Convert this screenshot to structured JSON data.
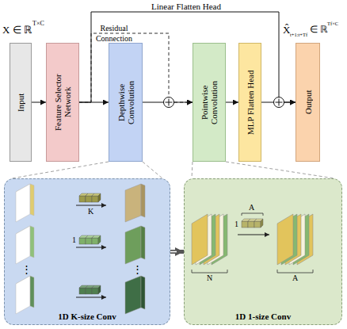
{
  "diagram": {
    "nodes": [
      {
        "text": [
          "Input"
        ]
      },
      {
        "text": [
          "Feature Selector Network"
        ]
      },
      {
        "text": [
          "Depthwise Convolution"
        ]
      },
      {
        "text": [
          "Pointwise Convolution"
        ]
      },
      {
        "text": [
          "MLP Flatten Head"
        ]
      },
      {
        "text": [
          "Output"
        ]
      },
      {
        "text": [
          "1D K-size Conv"
        ]
      },
      {
        "text": [
          "1D 1-size Conv"
        ]
      }
    ],
    "edges": [
      {
        "from": 0,
        "to": 1,
        "arrow": "to"
      },
      {
        "from": 1,
        "to": 2,
        "arrow": "to"
      },
      {
        "from": 1,
        "to": 3,
        "label": "Residual Connection",
        "arrow": "to"
      },
      {
        "from": 1,
        "to": 5,
        "label": "Linear Flatten Head",
        "arrow": "to"
      },
      {
        "from": 2,
        "to": 3,
        "arrow": "to"
      },
      {
        "from": 3,
        "to": 4,
        "arrow": "to"
      },
      {
        "from": 4,
        "to": 5,
        "arrow": "to"
      },
      {
        "from": 2,
        "to": 6,
        "arrow": "none"
      },
      {
        "from": 2,
        "to": 6,
        "arrow": "none"
      },
      {
        "from": 3,
        "to": 7,
        "arrow": "none"
      },
      {
        "from": 3,
        "to": 7,
        "arrow": "none"
      },
      {
        "from": 6,
        "to": 7,
        "arrow": "to"
      }
    ],
    "labels": [
      "X ∈ ℝ",
      "T×C",
      "X̂",
      "t+1:t+Tf",
      "∈ ℝ",
      "Tf×C",
      "K",
      "1",
      "⋮",
      "⋮",
      "1",
      "A",
      "N",
      "A"
    ]
  }
}
